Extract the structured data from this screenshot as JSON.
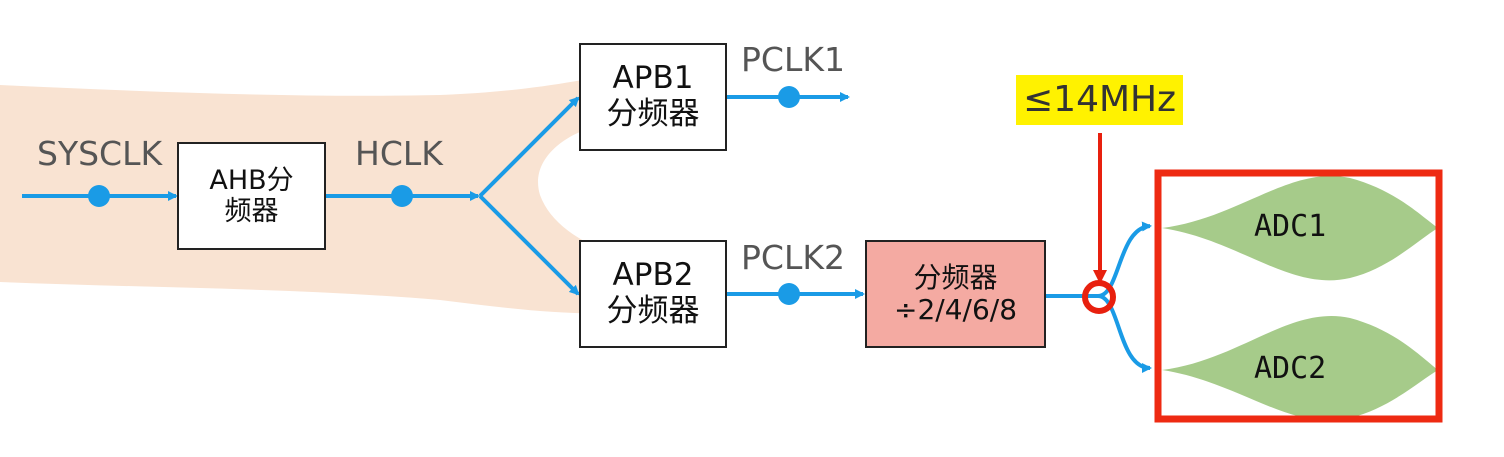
{
  "sysclk_label": "SYSCLK",
  "ahb_box": {
    "line1": "AHB分",
    "line2": "频器"
  },
  "hclk_label": "HCLK",
  "apb1_box": {
    "line1": "APB1",
    "line2": "分频器"
  },
  "pclk1_label": "PCLK1",
  "apb2_box": {
    "line1": "APB2",
    "line2": "分频器"
  },
  "pclk2_label": "PCLK2",
  "adc_prescaler_box": {
    "line1": "分频器",
    "line2": "÷2/4/6/8"
  },
  "freq_limit_label": "≤14MHz",
  "adc1_label": "ADC1",
  "adc2_label": "ADC2",
  "colors": {
    "signal_line": "#1a9be6",
    "hand_shape": "#f9e3d2",
    "prescaler_fill": "#f4aaa2",
    "limit_arrow": "#e8200e",
    "highlight_frame": "#ee2a12",
    "adc_shape": "#a6cb8a",
    "freq_highlight": "#fff200"
  }
}
